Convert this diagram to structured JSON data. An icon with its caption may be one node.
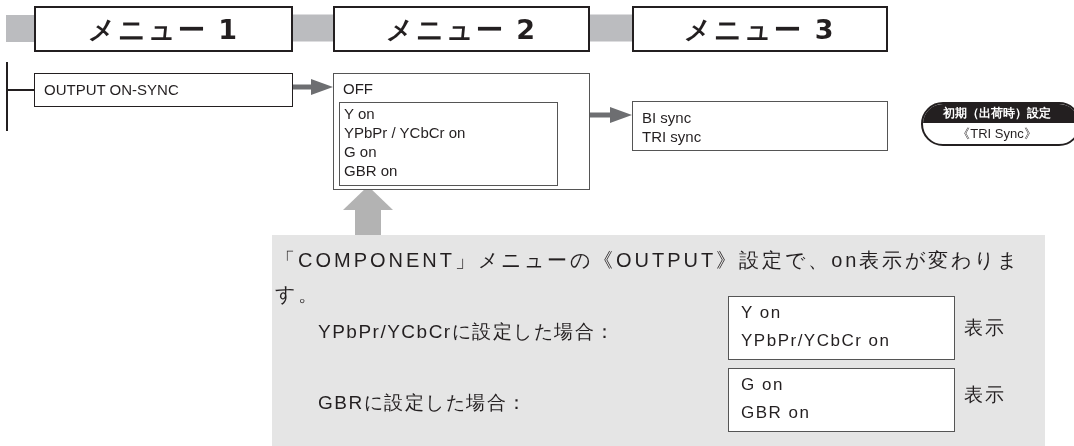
{
  "diagram": {
    "nodes": [
      {
        "text": [
          "メニュー 1"
        ]
      },
      {
        "text": [
          "メニュー 2"
        ]
      },
      {
        "text": [
          "メニュー 3"
        ]
      },
      {
        "text": [
          "OUTPUT ON-SYNC"
        ]
      },
      {
        "text": [
          "OFF"
        ]
      },
      {
        "text": [
          "Y on",
          "YPbPr / YCbCr on",
          "G on",
          "GBR on"
        ],
        "in": 4
      },
      {
        "text": [
          "BI sync",
          "TRI sync"
        ]
      },
      {
        "text": [
          "初期（出荷時）設定",
          "《TRI Sync》"
        ]
      },
      {
        "text": [
          "「COMPONENT」メニューの《OUTPUT》設定で、on表示が変わります。",
          "YPbPr/YCbCrに設定した場合：",
          "表示",
          "GBRに設定した場合：",
          "表示"
        ]
      },
      {
        "text": [
          "Y on",
          "YPbPr/YCbCr on"
        ],
        "in": 8
      },
      {
        "text": [
          "G on",
          "GBR on"
        ],
        "in": 8
      }
    ],
    "edges": [
      {
        "from": 0,
        "to": 1,
        "arrow": "none",
        "style": "thick",
        "color": "#bbbcbf"
      },
      {
        "from": 1,
        "to": 2,
        "arrow": "none",
        "style": "thick",
        "color": "#bbbcbf"
      },
      {
        "from": null,
        "to": 3,
        "arrow": "none",
        "color": "#231f20"
      },
      {
        "from": 3,
        "to": 4,
        "arrow": "to",
        "color": "#6d6e71"
      },
      {
        "from": 5,
        "to": 6,
        "arrow": "to",
        "color": "#6d6e71"
      },
      {
        "from": 8,
        "to": 5,
        "arrow": "to",
        "style": "thick",
        "color": "#b3b3b3"
      }
    ]
  }
}
